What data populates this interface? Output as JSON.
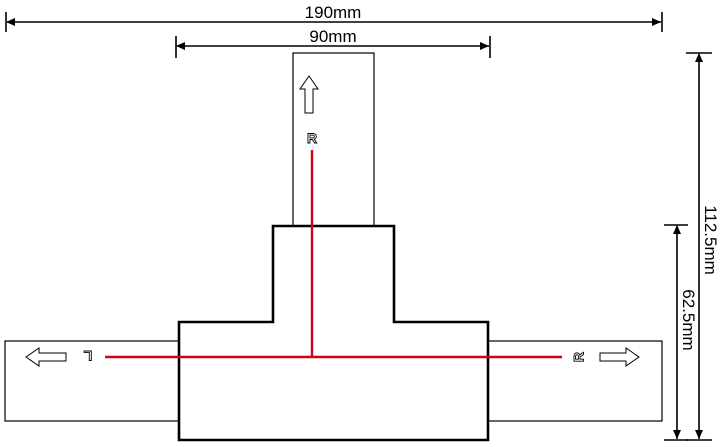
{
  "dimensions": {
    "overall_width": "190mm",
    "inner_width": "90mm",
    "overall_height": "112.5mm",
    "body_height": "62.5mm"
  },
  "markings": {
    "top_label": "R",
    "left_label": "L",
    "right_label": "R"
  },
  "colors": {
    "outline": "#000000",
    "conductor": "#d0021b",
    "background": "#ffffff"
  },
  "icons": {
    "top_arrow": "arrow-up-icon",
    "left_arrow": "arrow-left-icon",
    "right_arrow": "arrow-right-icon"
  }
}
